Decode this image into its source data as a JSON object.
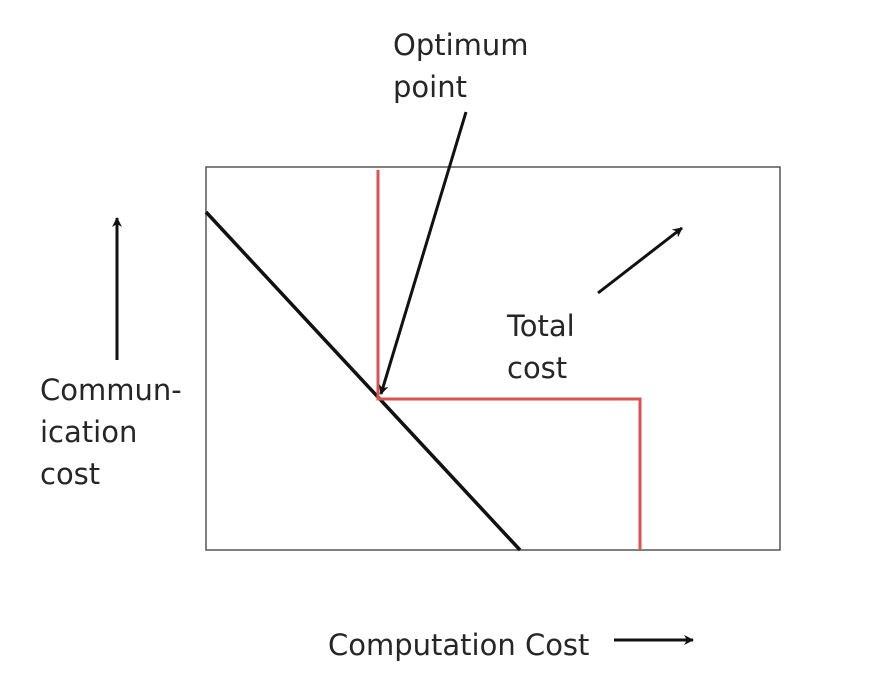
{
  "labels": {
    "optimum_point": [
      "Optimum",
      "point"
    ],
    "total_cost": [
      "Total",
      "cost"
    ],
    "communication_cost": [
      "Commun-",
      "ication",
      "cost"
    ],
    "computation_cost": "Computation Cost"
  },
  "colors": {
    "frame": "#555555",
    "diagonal_line": "#111111",
    "red_path": "#d9534f",
    "arrows": "#111111",
    "text": "#262626"
  }
}
